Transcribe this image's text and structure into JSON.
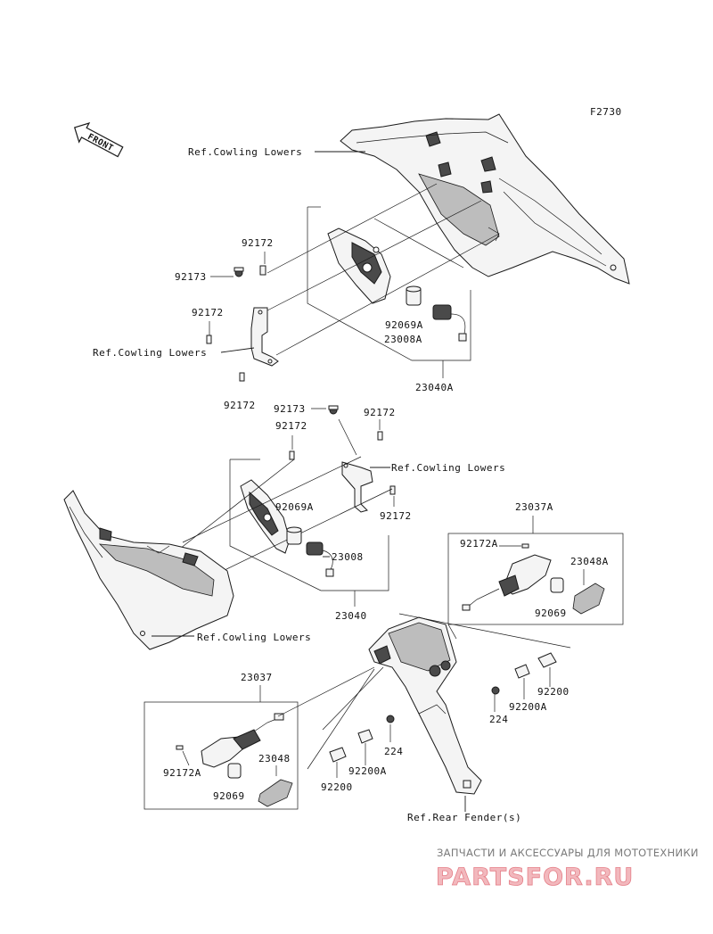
{
  "diagram": {
    "figure_code": "F2730",
    "front_badge": "FRONT",
    "colors": {
      "ink": "#1a1a1a",
      "watermark_text": "#7a7a7a",
      "watermark_logo": "#e57f88"
    },
    "labels": {
      "ref_cowling_lowers_top": "Ref.Cowling Lowers",
      "p92172_a": "92172",
      "p92173_a": "92173",
      "p92172_b": "92172",
      "ref_cowling_lowers_left": "Ref.Cowling Lowers",
      "p92172_c": "92172",
      "p92069A_top": "92069A",
      "p23008A": "23008A",
      "p23040A": "23040A",
      "p92173_b": "92173",
      "p92172_d": "92172",
      "p92172_e": "92172",
      "ref_cowling_lowers_mid": "Ref.Cowling Lowers",
      "p92069A_mid": "92069A",
      "p92172_f": "92172",
      "p23008": "23008",
      "p23040": "23040",
      "ref_cowling_lowers_bottom": "Ref.Cowling Lowers",
      "p23037A": "23037A",
      "p92172A_right": "92172A",
      "p23048A": "23048A",
      "p92069_right": "92069",
      "p92200_right": "92200",
      "p224_right": "224",
      "p92200A_right": "92200A",
      "p23037": "23037",
      "p224_left": "224",
      "p92172A_left": "92172A",
      "p23048": "23048",
      "p92200A_left": "92200A",
      "p92069_left": "92069",
      "p92200_left": "92200",
      "ref_rear_fender": "Ref.Rear Fender(s)"
    },
    "watermark": {
      "tagline": "ЗАПЧАСТИ И АКСЕССУАРЫ ДЛЯ МОТОТЕХНИКИ",
      "logo_text": "PARTSFOR.RU"
    }
  }
}
